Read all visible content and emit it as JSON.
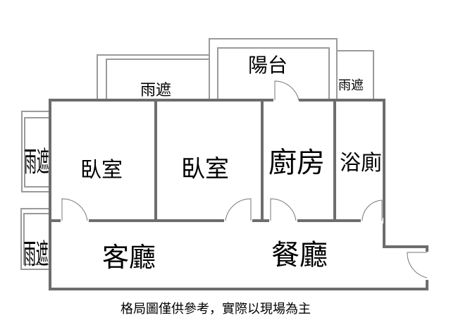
{
  "floor_plan": {
    "rooms": {
      "bedroom_1": "臥室",
      "bedroom_2": "臥室",
      "kitchen": "廚房",
      "bathroom": "浴廁",
      "living_room": "客廳",
      "dining_room": "餐廳",
      "balcony": "陽台"
    },
    "rain_shelters": {
      "top": "雨遮",
      "top_right": "雨遮",
      "left_upper": "雨遮",
      "left_lower": "雨遮"
    },
    "caption": "格局圖僅供參考，實際以現場為主"
  }
}
